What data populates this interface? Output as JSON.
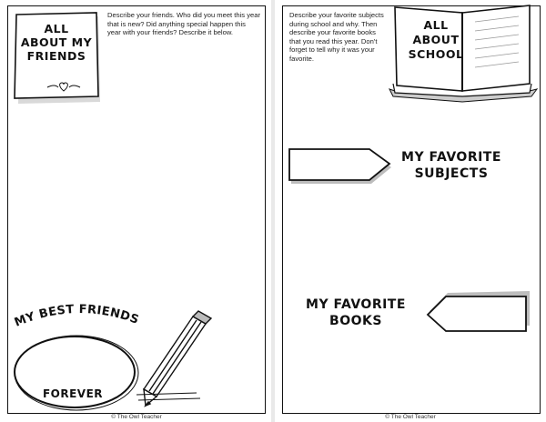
{
  "left_page": {
    "title_lines": [
      "ALL",
      "ABOUT MY",
      "FRIENDS"
    ],
    "prompt": "Describe your friends. Who did you meet this year that is new? Did anything special happen this year with your friends? Describe it below.",
    "best_friends_heading": "MY BEST FRIENDS",
    "forever_label": "FOREVER",
    "footer": "© The Owl Teacher"
  },
  "right_page": {
    "title_lines": [
      "ALL",
      "ABOUT",
      "SCHOOL"
    ],
    "prompt": "Describe your favorite subjects during school and why. Then describe your favorite books that you read this year. Don't forget to tell why it was your favorite.",
    "subjects_heading_lines": [
      "MY FAVORITE",
      "SUBJECTS"
    ],
    "books_heading_lines": [
      "MY FAVORITE",
      "BOOKS"
    ],
    "footer": "© The Owl Teacher"
  },
  "icons": [
    "heart-doodle-icon",
    "open-book-icon",
    "pencil-icon",
    "arrow-banner-icon"
  ]
}
